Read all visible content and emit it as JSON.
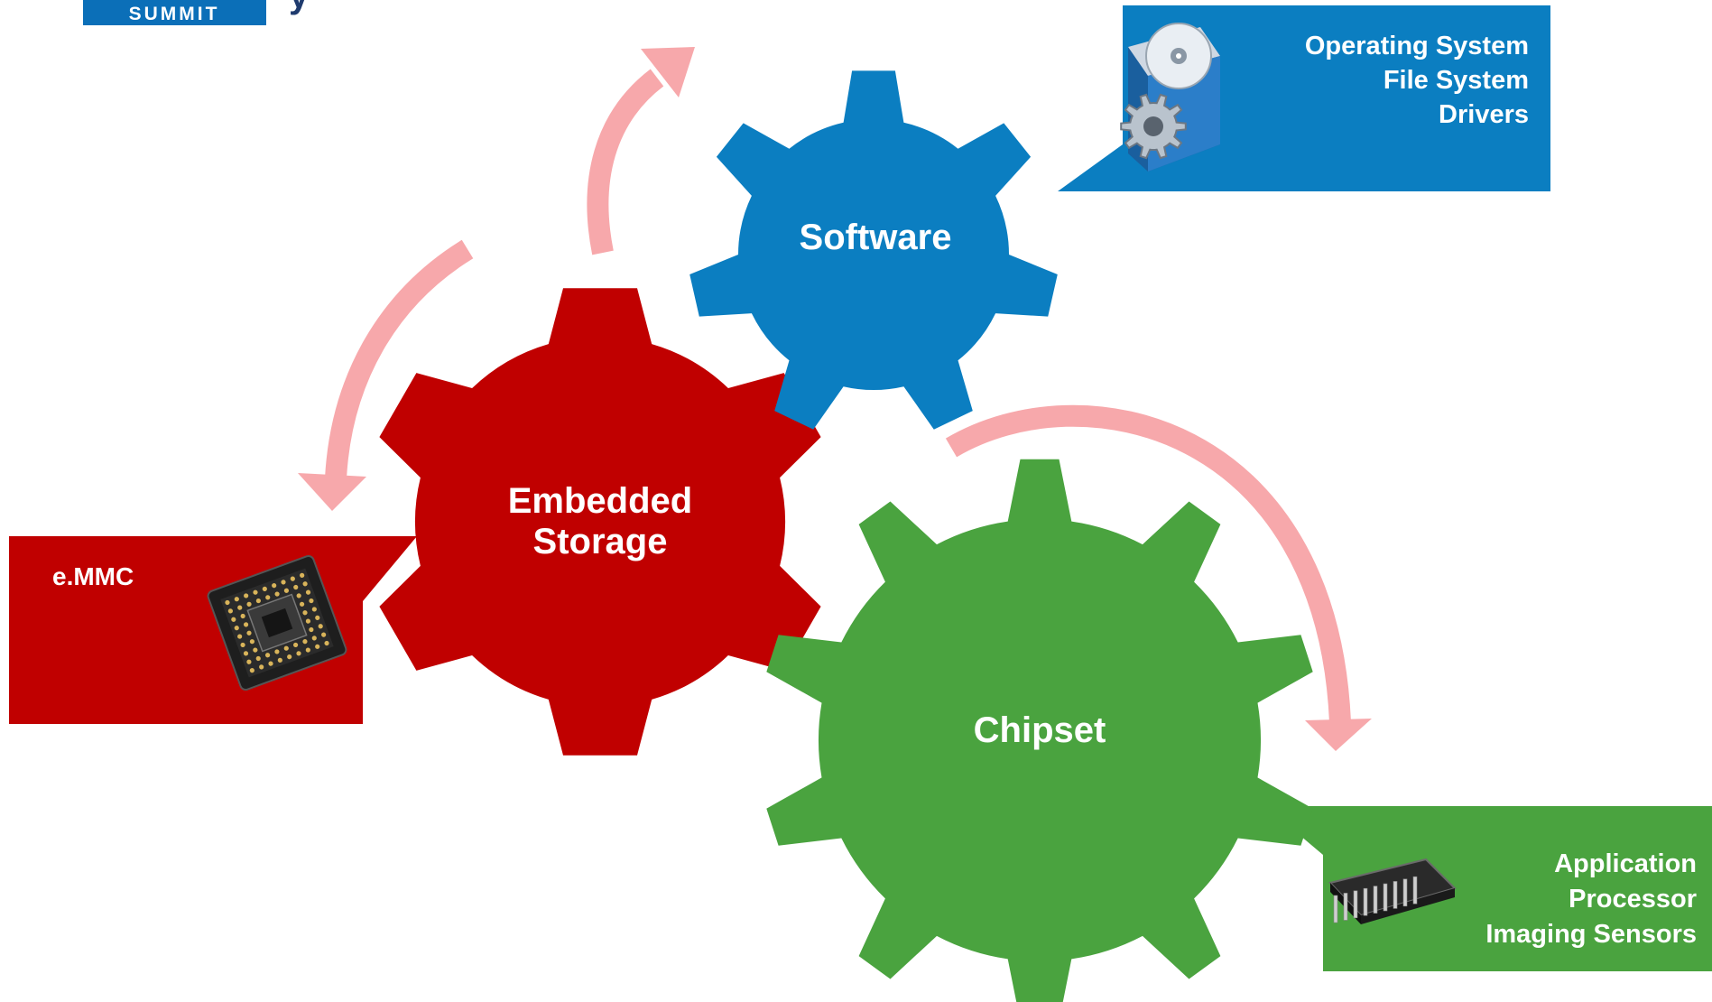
{
  "logo": {
    "text": "SUMMIT",
    "color": "#0b6fb8"
  },
  "gears": [
    {
      "key": "storage",
      "lines": [
        "Embedded",
        "Storage"
      ],
      "color": "#c00000"
    },
    {
      "key": "software",
      "lines": [
        "Software"
      ],
      "color": "#0b7ec1"
    },
    {
      "key": "chipset",
      "lines": [
        "Chipset"
      ],
      "color": "#4aa33f"
    }
  ],
  "callouts": {
    "emmc": {
      "lines": [
        "e.MMC"
      ],
      "color": "#c00000",
      "icon": "bga-chip-icon"
    },
    "software": {
      "lines": [
        "Operating System",
        "File System",
        "Drivers"
      ],
      "color": "#0b7ec1",
      "icon": "software-box-icon"
    },
    "chipset": {
      "lines": [
        "Application",
        "Processor",
        "Imaging Sensors"
      ],
      "color": "#4aa33f",
      "icon": "processor-chip-icon"
    }
  },
  "arrow_color": "#f7a8ab"
}
